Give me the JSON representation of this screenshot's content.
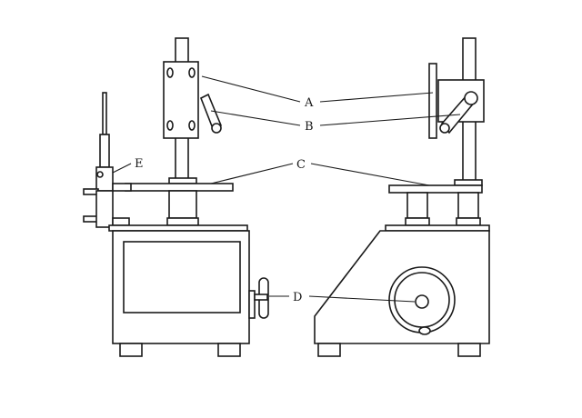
{
  "labels": {
    "a": "A",
    "b": "B",
    "c": "C",
    "d": "D",
    "e": "E"
  },
  "colors": {
    "stroke": "#1a1a1a",
    "background": "#ffffff"
  }
}
